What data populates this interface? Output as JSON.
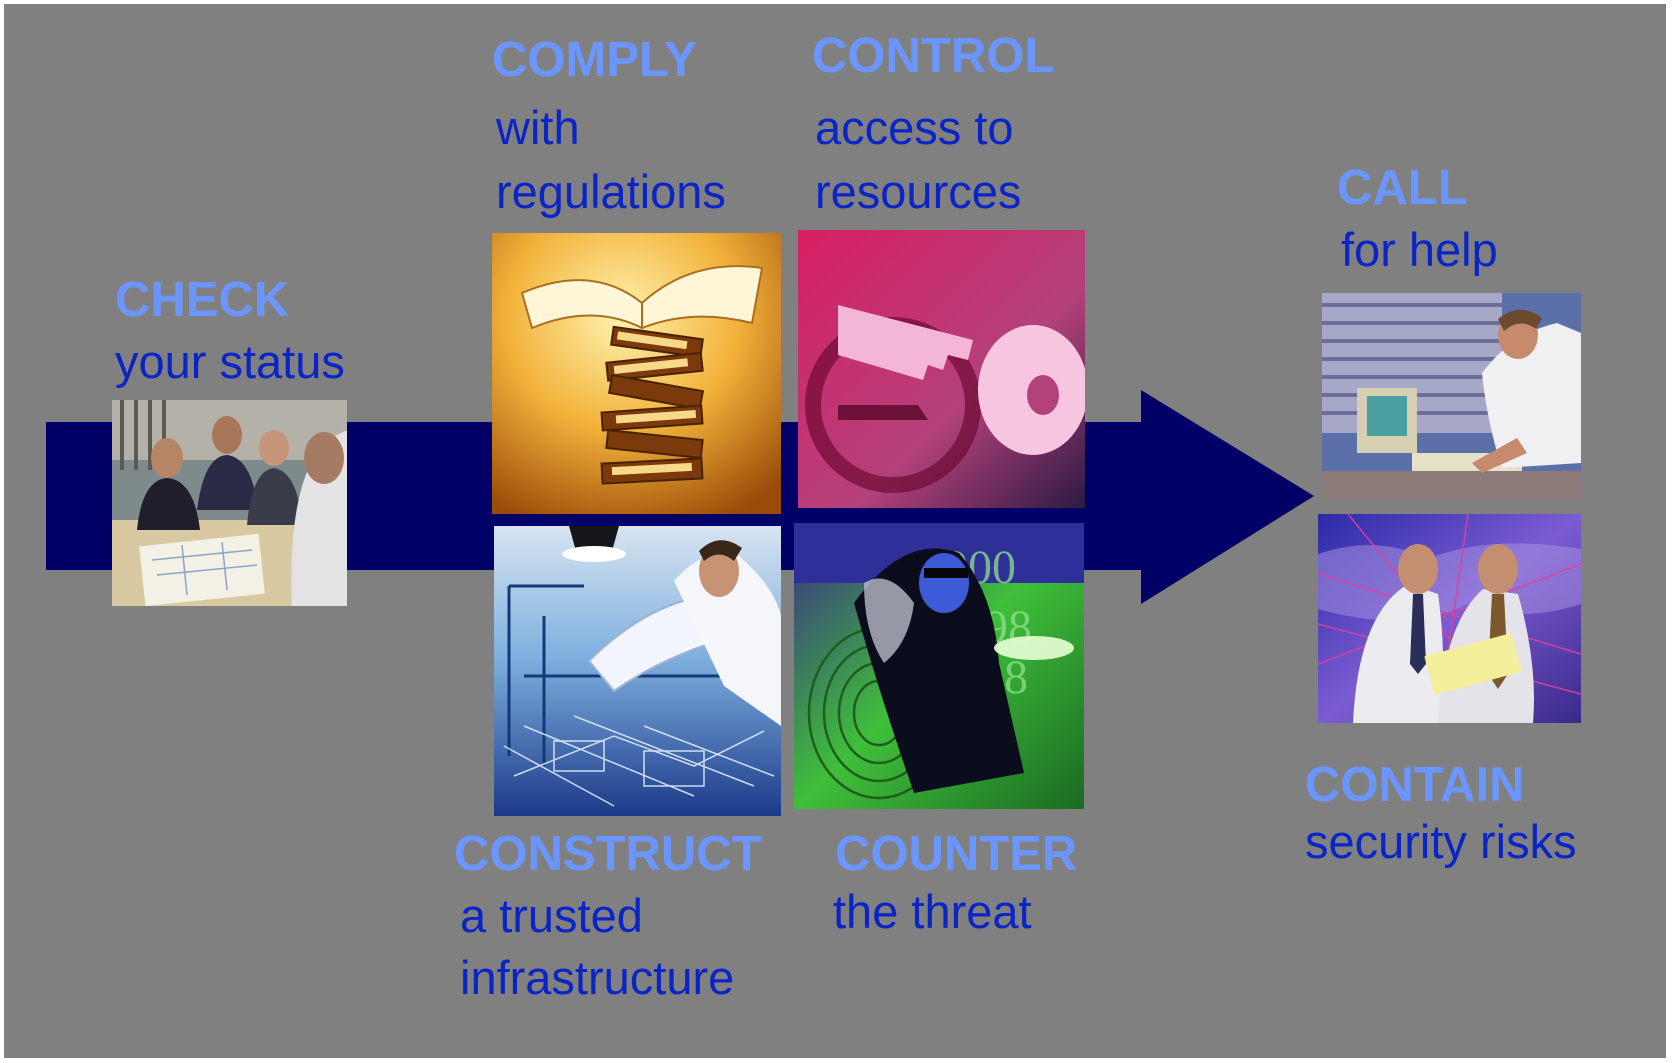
{
  "colors": {
    "background": "#808080",
    "arrow": "#000066",
    "heading": "#6c96ff",
    "subtext": "#0a24c6"
  },
  "steps": {
    "check": {
      "heading": "CHECK",
      "lines": [
        "your status"
      ]
    },
    "comply": {
      "heading": "COMPLY",
      "lines": [
        "with",
        "regulations"
      ]
    },
    "control": {
      "heading": "CONTROL",
      "lines": [
        "access to",
        "resources"
      ]
    },
    "call": {
      "heading": "CALL",
      "lines": [
        "for help"
      ]
    },
    "construct": {
      "heading": "CONSTRUCT",
      "lines": [
        "a trusted",
        "infrastructure"
      ]
    },
    "counter": {
      "heading": "COUNTER",
      "lines": [
        "the threat"
      ]
    },
    "contain": {
      "heading": "CONTAIN",
      "lines": [
        "security risks"
      ]
    }
  },
  "photos": [
    {
      "subject": "business-meeting-photo"
    },
    {
      "subject": "book-stack-photo"
    },
    {
      "subject": "key-in-lock-photo"
    },
    {
      "subject": "architect-blueprint-photo"
    },
    {
      "subject": "hacker-fingerprint-photo"
    },
    {
      "subject": "technician-at-computer-photo"
    },
    {
      "subject": "men-reviewing-documents-photo"
    }
  ]
}
